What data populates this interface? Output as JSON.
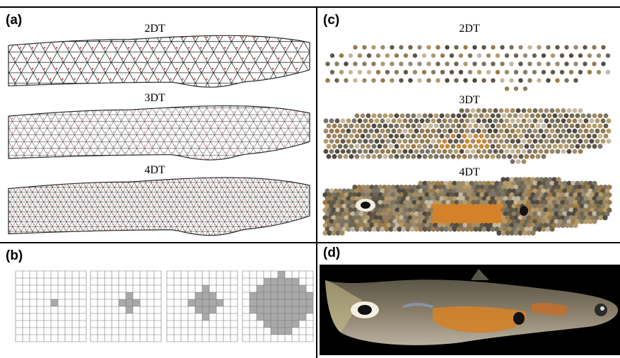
{
  "figure": {
    "panels": [
      {
        "letter": "(a)",
        "labels": [
          "2DT",
          "3DT",
          "4DT"
        ]
      },
      {
        "letter": "(b)"
      },
      {
        "letter": "(c)",
        "labels": [
          "2DT",
          "3DT",
          "4DT"
        ]
      },
      {
        "letter": "(d)"
      }
    ],
    "colors": {
      "mesh_line": "#2a2a2a",
      "mesh_node": "#cc2222",
      "grid_line": "#777777",
      "grid_fill": "#a9a9a9",
      "photo_background": "#000000",
      "fish_body": "#8a7f6a",
      "orange_patch": "#d4822a",
      "eye_spot": "#111111"
    },
    "grid_kernels": {
      "rows": 10,
      "cols": 10,
      "filled_cells": [
        [
          [
            4,
            5
          ]
        ],
        [
          [
            3,
            5
          ],
          [
            4,
            4
          ],
          [
            4,
            5
          ],
          [
            4,
            6
          ],
          [
            5,
            5
          ]
        ],
        [
          [
            2,
            5
          ],
          [
            3,
            4
          ],
          [
            3,
            5
          ],
          [
            3,
            6
          ],
          [
            4,
            3
          ],
          [
            4,
            4
          ],
          [
            4,
            5
          ],
          [
            4,
            6
          ],
          [
            4,
            7
          ],
          [
            5,
            4
          ],
          [
            5,
            5
          ],
          [
            5,
            6
          ],
          [
            6,
            5
          ]
        ],
        [
          [
            0,
            5
          ],
          [
            1,
            3
          ],
          [
            1,
            4
          ],
          [
            1,
            5
          ],
          [
            1,
            6
          ],
          [
            1,
            7
          ],
          [
            2,
            2
          ],
          [
            2,
            3
          ],
          [
            2,
            4
          ],
          [
            2,
            5
          ],
          [
            2,
            6
          ],
          [
            2,
            7
          ],
          [
            2,
            8
          ],
          [
            3,
            1
          ],
          [
            3,
            2
          ],
          [
            3,
            3
          ],
          [
            3,
            4
          ],
          [
            3,
            5
          ],
          [
            3,
            6
          ],
          [
            3,
            7
          ],
          [
            3,
            8
          ],
          [
            3,
            9
          ],
          [
            4,
            1
          ],
          [
            4,
            2
          ],
          [
            4,
            3
          ],
          [
            4,
            4
          ],
          [
            4,
            5
          ],
          [
            4,
            6
          ],
          [
            4,
            7
          ],
          [
            4,
            8
          ],
          [
            4,
            9
          ],
          [
            5,
            1
          ],
          [
            5,
            2
          ],
          [
            5,
            3
          ],
          [
            5,
            4
          ],
          [
            5,
            5
          ],
          [
            5,
            6
          ],
          [
            5,
            7
          ],
          [
            5,
            8
          ],
          [
            5,
            9
          ],
          [
            6,
            2
          ],
          [
            6,
            3
          ],
          [
            6,
            4
          ],
          [
            6,
            5
          ],
          [
            6,
            6
          ],
          [
            6,
            7
          ],
          [
            6,
            8
          ],
          [
            7,
            3
          ],
          [
            7,
            4
          ],
          [
            7,
            5
          ],
          [
            7,
            6
          ],
          [
            7,
            7
          ],
          [
            8,
            4
          ],
          [
            8,
            5
          ],
          [
            8,
            6
          ]
        ]
      ]
    }
  }
}
